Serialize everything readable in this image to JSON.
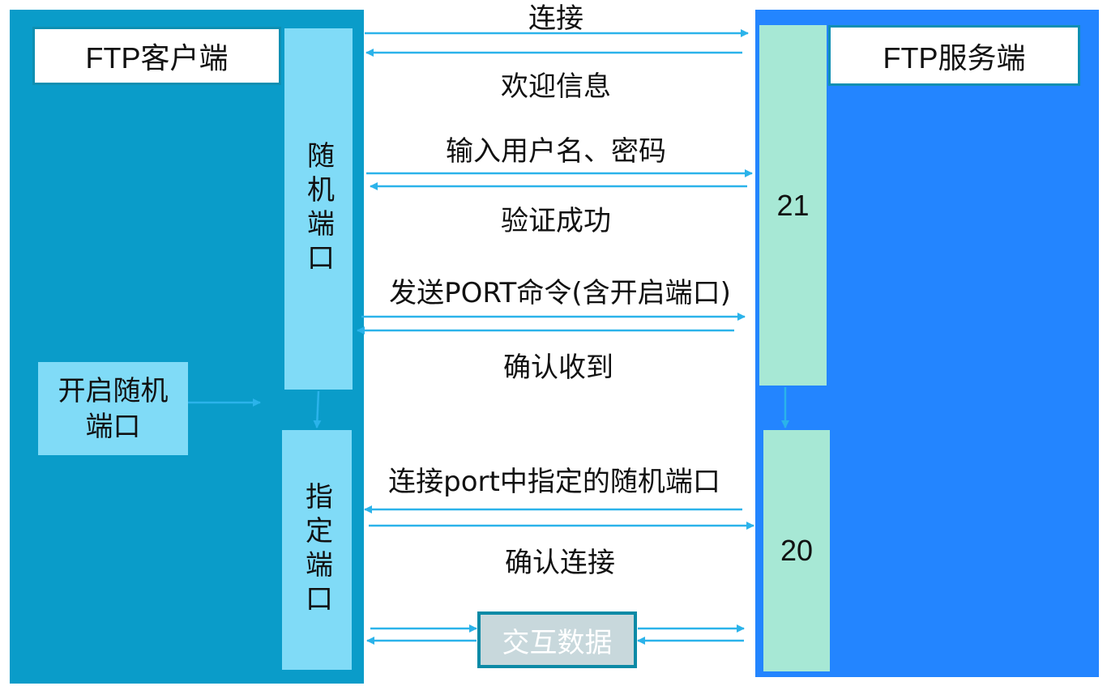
{
  "client": {
    "title": "FTP客户端",
    "random_port": "随机端口",
    "specified_port": "指定端口",
    "open_random_port": "开启随机端口"
  },
  "server": {
    "title": "FTP服务端",
    "port_control": "21",
    "port_data": "20"
  },
  "messages": {
    "connect": "连接",
    "welcome": "欢迎信息",
    "credentials": "输入用户名、密码",
    "auth_success": "验证成功",
    "send_port": "发送PORT命令(含开启端口)",
    "ack": "确认收到",
    "connect_port": "连接port中指定的随机端口",
    "confirm_connect": "确认连接"
  },
  "data_exchange": "交互数据",
  "colors": {
    "client_panel": "#0a9cc9",
    "server_panel": "#2385ff",
    "client_column": "#80dbf7",
    "server_column": "#a7e8d5",
    "arrow": "#2bb3ea"
  }
}
